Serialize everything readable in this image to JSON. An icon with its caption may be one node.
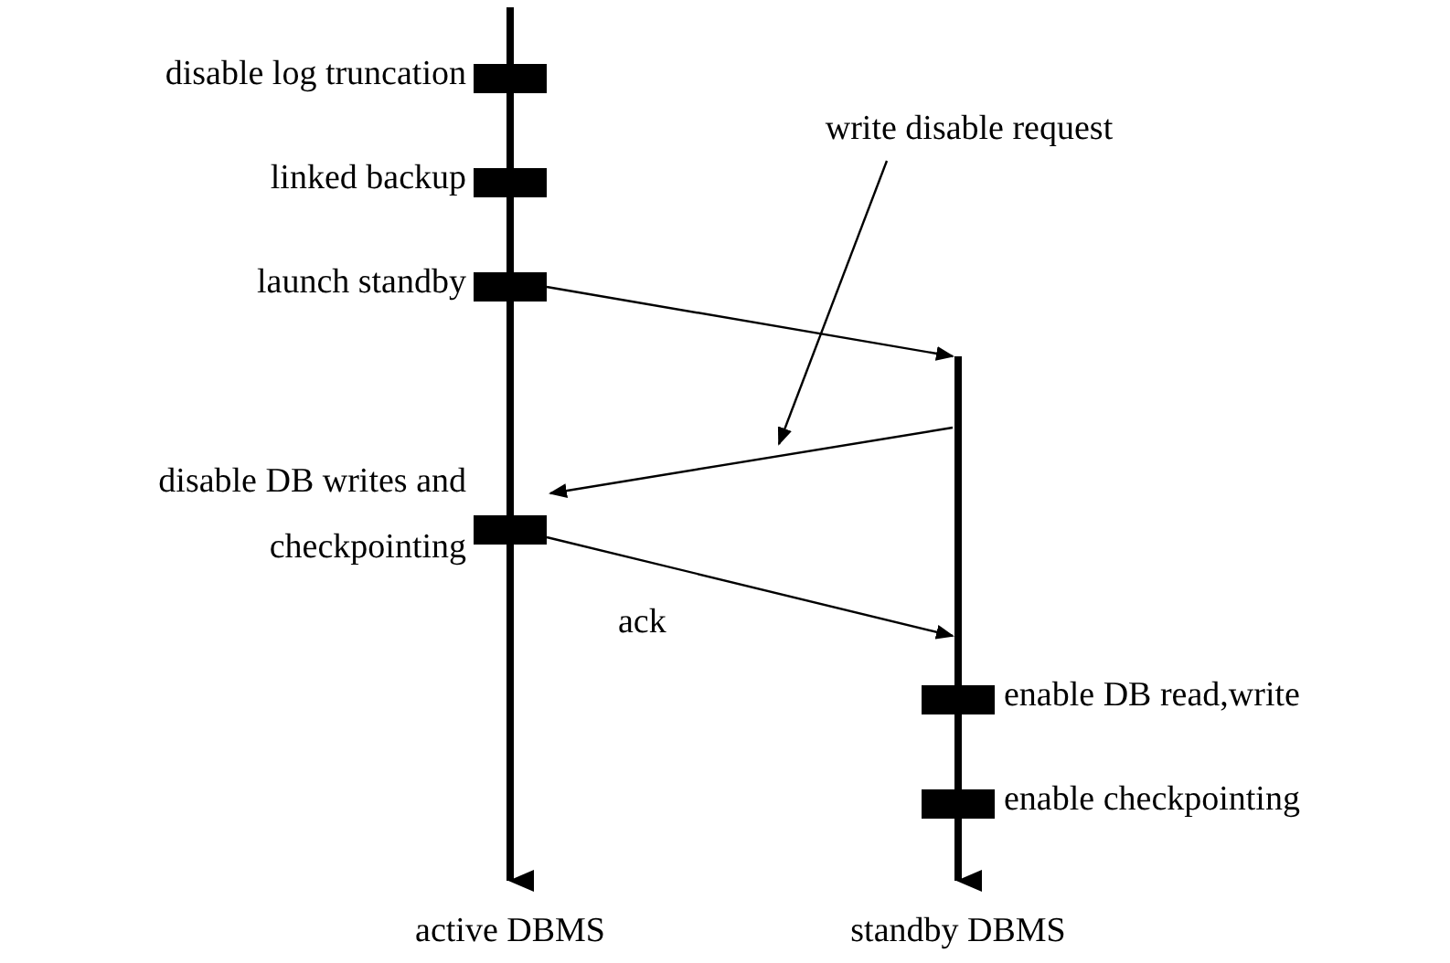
{
  "diagram": {
    "nodes": [
      {
        "text": [],
        "shape": "line",
        "beside": [
          "active DBMS"
        ]
      },
      {
        "text": [],
        "shape": "line",
        "beside": [
          "standby DBMS"
        ]
      },
      {
        "text": [],
        "shape": "bar",
        "beside": [
          "disable log truncation"
        ]
      },
      {
        "text": [],
        "shape": "bar",
        "beside": [
          "linked backup"
        ]
      },
      {
        "text": [],
        "shape": "bar",
        "beside": [
          "launch standby"
        ]
      },
      {
        "text": [],
        "shape": "bar",
        "beside": [
          "disable DB writes and checkpointing"
        ]
      },
      {
        "text": [],
        "shape": "bar",
        "beside": [
          "enable DB read,write"
        ]
      },
      {
        "text": [],
        "shape": "bar",
        "beside": [
          "enable checkpointing"
        ]
      },
      {
        "text": [
          "write disable request"
        ]
      }
    ],
    "edges": [
      {
        "from": 4,
        "to": 1,
        "arrow": "to"
      },
      {
        "from": 1,
        "to": 5,
        "arrow": "to"
      },
      {
        "from": 5,
        "to": 1,
        "arrow": "to",
        "label": "ack"
      },
      {
        "from": 8,
        "to": null,
        "arrow": "to"
      }
    ]
  }
}
